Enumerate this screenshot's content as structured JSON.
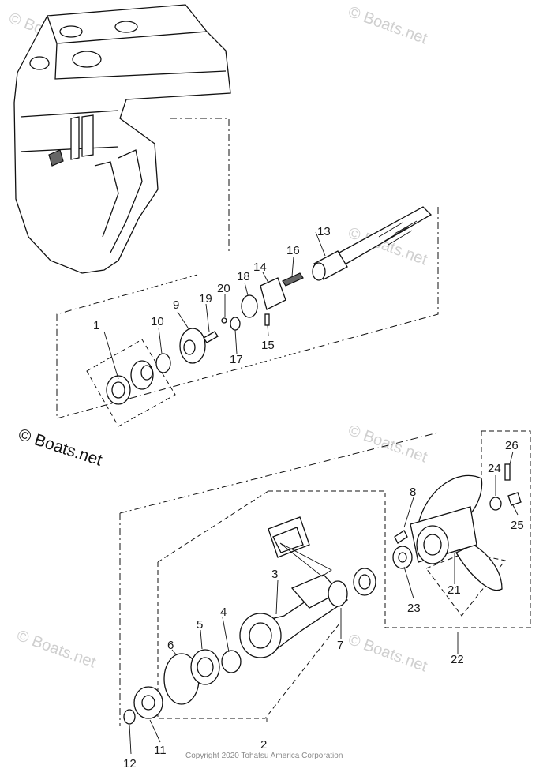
{
  "watermark": {
    "faint_text": "© Boats.net",
    "main_text": "© Boats.net"
  },
  "copyright": "Copyright 2020 Tohatsu America Corporation",
  "callouts": {
    "c1": "1",
    "c2": "2",
    "c3": "3",
    "c4": "4",
    "c5": "5",
    "c6": "6",
    "c7": "7",
    "c8": "8",
    "c9": "9",
    "c10": "10",
    "c11": "11",
    "c12": "12",
    "c13": "13",
    "c14": "14",
    "c15": "15",
    "c16": "16",
    "c17": "17",
    "c18": "18",
    "c19": "19",
    "c20": "20",
    "c21": "21",
    "c22": "22",
    "c23": "23",
    "c24": "24",
    "c25": "25",
    "c26": "26"
  }
}
